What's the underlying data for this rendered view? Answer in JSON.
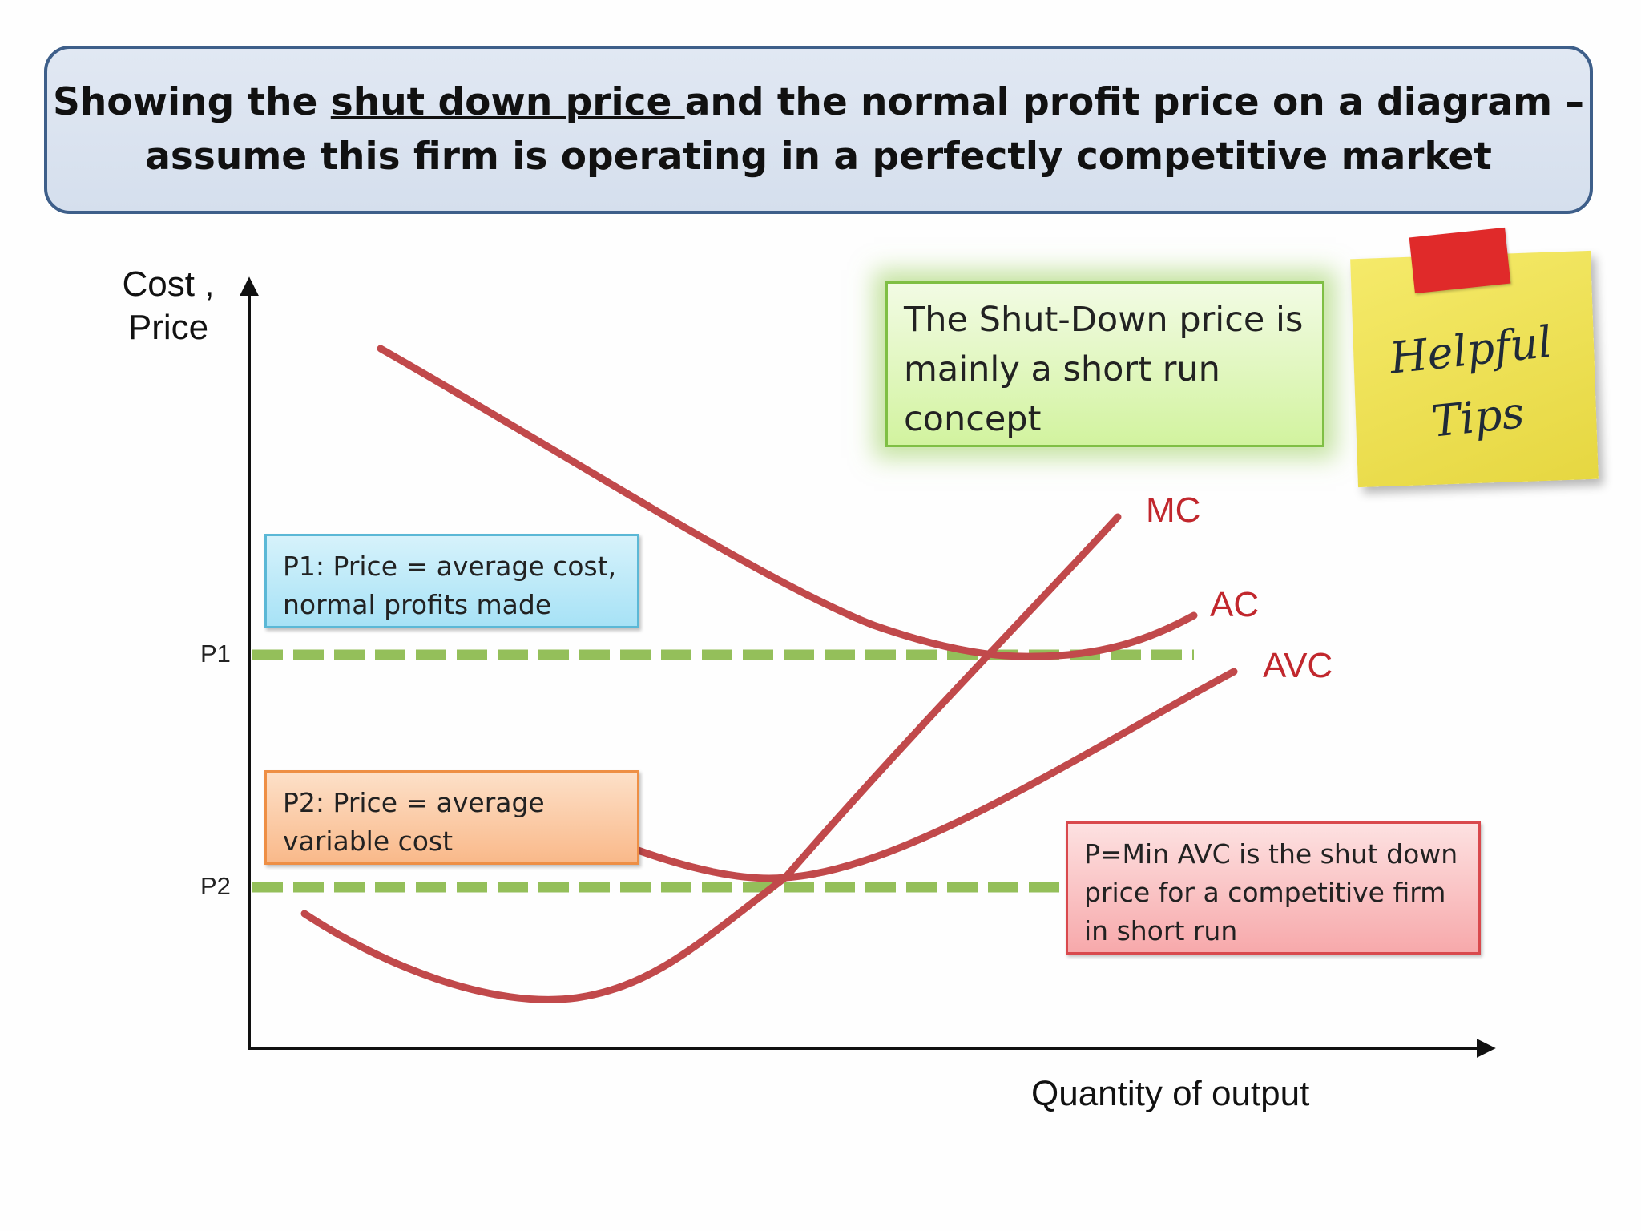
{
  "title": {
    "before": "Showing the ",
    "underlined": "shut down price ",
    "after": "and the normal profit price on a diagram –",
    "line2": "assume this firm is operating in a perfectly competitive market"
  },
  "axes": {
    "y_label_line1": "Cost ,",
    "y_label_line2": "Price",
    "x_label": "Quantity of output"
  },
  "price_levels": [
    {
      "label": "P1"
    },
    {
      "label": "P2"
    }
  ],
  "curves": [
    {
      "label": "MC"
    },
    {
      "label": "AC"
    },
    {
      "label": "AVC"
    }
  ],
  "notes": {
    "p1": "P1: Price = average cost, normal profits made",
    "p2": "P2: Price = average variable cost",
    "min_avc": "P=Min AVC is the shut down price for a competitive firm in short run",
    "shutdown": "The Shut-Down price is mainly a short run concept"
  },
  "sticky_note": {
    "line1": "Helpful",
    "line2": "Tips"
  },
  "colors": {
    "curve": "#c1494b",
    "dashed_line": "#94bf5a",
    "curve_label": "#c1272d",
    "title_border": "#3e5f8a"
  }
}
